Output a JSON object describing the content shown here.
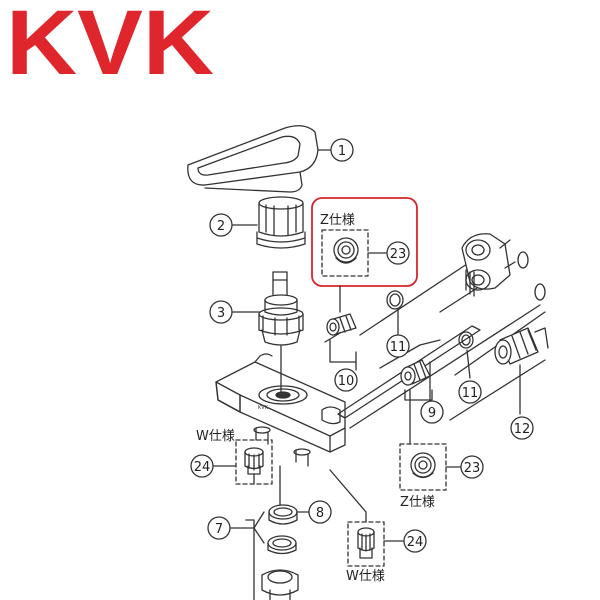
{
  "brand": {
    "logo_text": "KVK",
    "color": "#e0262d"
  },
  "callouts": {
    "c1": "1",
    "c2": "2",
    "c3": "3",
    "c7": "7",
    "c8": "8",
    "c9": "9",
    "c10": "10",
    "c11a": "11",
    "c11b": "11",
    "c12": "12",
    "c23a": "23",
    "c23b": "23",
    "c24a": "24",
    "c24b": "24"
  },
  "spec_labels": {
    "z_top": "Z仕様",
    "z_bottom": "Z仕様",
    "w_left": "W仕様",
    "w_bottom": "W仕様"
  },
  "colors": {
    "line": "#333333",
    "highlight": "#d6262d"
  }
}
